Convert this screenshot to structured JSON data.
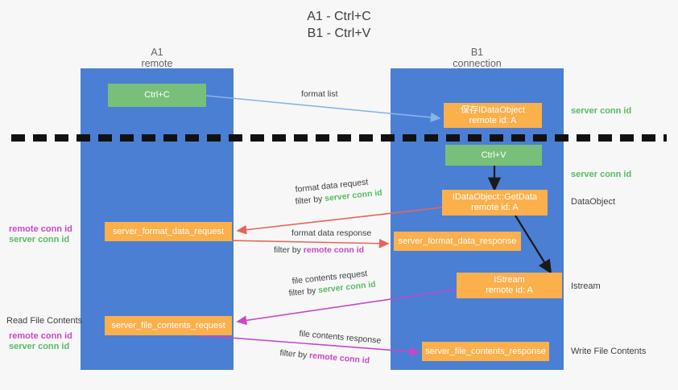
{
  "title": {
    "line1": "A1 - Ctrl+C",
    "line2": "B1 - Ctrl+V"
  },
  "lanes": [
    {
      "name": "A1",
      "sub": "remote"
    },
    {
      "name": "B1",
      "sub": "connection"
    }
  ],
  "boxes": {
    "ctrl_c": "Ctrl+C",
    "save_dataobject_l1": "保存IDataObject",
    "save_dataobject_l2": "remote id: A",
    "ctrl_v": "Ctrl+V",
    "getdata_l1": "IDataObject::GetData",
    "getdata_l2": "remote id: A",
    "istream_l1": "IStream",
    "istream_l2": "remote id: A",
    "server_format_data_request": "server_format_data_request",
    "server_format_data_response": "server_format_data_response",
    "server_file_contents_request": "server_file_contents_request",
    "server_file_contents_response": "server_file_contents_response"
  },
  "edges": {
    "format_list": "format list",
    "format_data_request": "format data request",
    "format_data_request_filter_pre": "filter by ",
    "format_data_request_filter_key": "server conn id",
    "format_data_response": "format data response",
    "format_data_response_filter_pre": "filter by ",
    "format_data_response_filter_key": "remote conn id",
    "file_contents_request": "file contents request",
    "file_contents_request_filter_pre": "filter by ",
    "file_contents_request_filter_key": "server conn id",
    "file_contents_response": "file contents response",
    "file_contents_response_filter_pre": "filter by ",
    "file_contents_response_filter_key": "remote conn id"
  },
  "side_labels": {
    "right_server_conn_id_top": "server conn id",
    "right_server_conn_id_mid": "server conn id",
    "right_dataobject": "DataObject",
    "right_istream": "Istream",
    "right_write_file_contents": "Write File Contents",
    "left_remote_conn_id_1": "remote conn id",
    "left_server_conn_id_1": "server conn id",
    "left_read_file_contents": "Read File Contents",
    "left_remote_conn_id_2": "remote conn id",
    "left_server_conn_id_2": "server conn id"
  },
  "colors": {
    "lane": "#4a7fd4",
    "green_box": "#78c07a",
    "orange_box": "#fbb04c",
    "green_text": "#57bb63",
    "magenta_text": "#c946c9",
    "arrow_blue": "#8ab4e8",
    "arrow_red": "#e8645a",
    "arrow_magenta": "#c946c9",
    "arrow_black": "#1a1a1a",
    "background": "#f7f7f7"
  }
}
